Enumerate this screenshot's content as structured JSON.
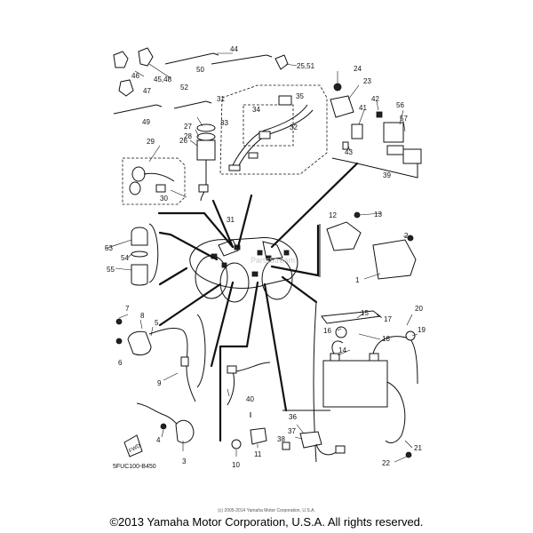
{
  "diagram": {
    "code": "5FUC100-B450",
    "fwd_label": "FWD",
    "watermark": "PartsStream",
    "small_copyright": "(c) 2005-2014 Yamaha Motor Corporation, U.S.A.",
    "copyright": "©2013 Yamaha Motor Corporation, U.S.A. All rights reserved.",
    "callouts": [
      {
        "id": "c1",
        "label": "1"
      },
      {
        "id": "c2",
        "label": "2"
      },
      {
        "id": "c3",
        "label": "3"
      },
      {
        "id": "c4",
        "label": "4"
      },
      {
        "id": "c5",
        "label": "5"
      },
      {
        "id": "c6",
        "label": "6"
      },
      {
        "id": "c7",
        "label": "7"
      },
      {
        "id": "c8",
        "label": "8"
      },
      {
        "id": "c9",
        "label": "9"
      },
      {
        "id": "c10",
        "label": "10"
      },
      {
        "id": "c11",
        "label": "11"
      },
      {
        "id": "c12",
        "label": "12"
      },
      {
        "id": "c13",
        "label": "13"
      },
      {
        "id": "c14",
        "label": "14"
      },
      {
        "id": "c15",
        "label": "15"
      },
      {
        "id": "c16",
        "label": "16"
      },
      {
        "id": "c17",
        "label": "17"
      },
      {
        "id": "c18",
        "label": "18"
      },
      {
        "id": "c19",
        "label": "19"
      },
      {
        "id": "c20",
        "label": "20"
      },
      {
        "id": "c21",
        "label": "21"
      },
      {
        "id": "c22",
        "label": "22"
      },
      {
        "id": "c23",
        "label": "23"
      },
      {
        "id": "c24",
        "label": "24"
      },
      {
        "id": "c2551",
        "label": "25,51"
      },
      {
        "id": "c26",
        "label": "26"
      },
      {
        "id": "c27",
        "label": "27"
      },
      {
        "id": "c28",
        "label": "28"
      },
      {
        "id": "c29",
        "label": "29"
      },
      {
        "id": "c30",
        "label": "30"
      },
      {
        "id": "c31a",
        "label": "31"
      },
      {
        "id": "c31b",
        "label": "31"
      },
      {
        "id": "c32",
        "label": "32"
      },
      {
        "id": "c33",
        "label": "33"
      },
      {
        "id": "c34",
        "label": "34"
      },
      {
        "id": "c35",
        "label": "35"
      },
      {
        "id": "c36",
        "label": "36"
      },
      {
        "id": "c37",
        "label": "37"
      },
      {
        "id": "c38",
        "label": "38"
      },
      {
        "id": "c39",
        "label": "39"
      },
      {
        "id": "c40",
        "label": "40"
      },
      {
        "id": "c41",
        "label": "41"
      },
      {
        "id": "c42",
        "label": "42"
      },
      {
        "id": "c43",
        "label": "43"
      },
      {
        "id": "c44",
        "label": "44"
      },
      {
        "id": "c4548",
        "label": "45,48"
      },
      {
        "id": "c46",
        "label": "46"
      },
      {
        "id": "c47",
        "label": "47"
      },
      {
        "id": "c49",
        "label": "49"
      },
      {
        "id": "c50",
        "label": "50"
      },
      {
        "id": "c52",
        "label": "52"
      },
      {
        "id": "c53",
        "label": "53"
      },
      {
        "id": "c54",
        "label": "54"
      },
      {
        "id": "c55",
        "label": "55"
      },
      {
        "id": "c56",
        "label": "56"
      },
      {
        "id": "c57",
        "label": "57"
      }
    ]
  }
}
